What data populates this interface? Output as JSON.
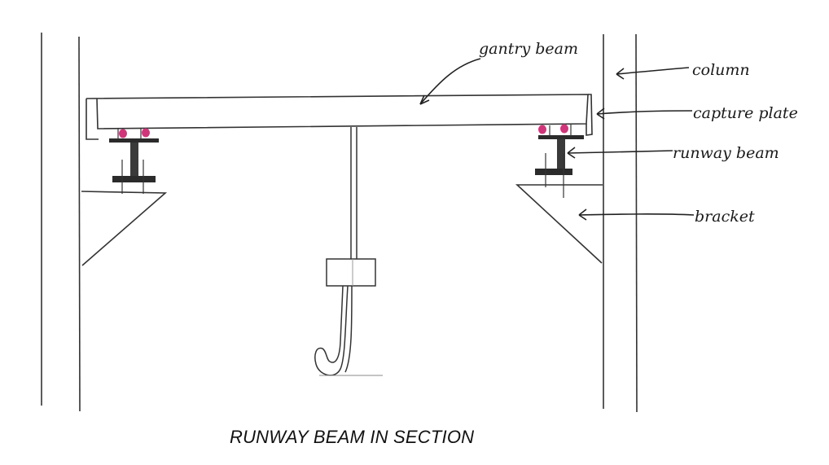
{
  "labels": {
    "gantry_beam": "gantry beam",
    "column": "column",
    "capture_plate": "capture plate",
    "runway_beam": "runway beam",
    "bracket": "bracket"
  },
  "caption": "RUNWAY BEAM IN SECTION",
  "colors": {
    "pencil": "#333333",
    "light_pencil": "#8a8a8a",
    "bolt_highlight": "#d0357a",
    "background": "#ffffff"
  }
}
